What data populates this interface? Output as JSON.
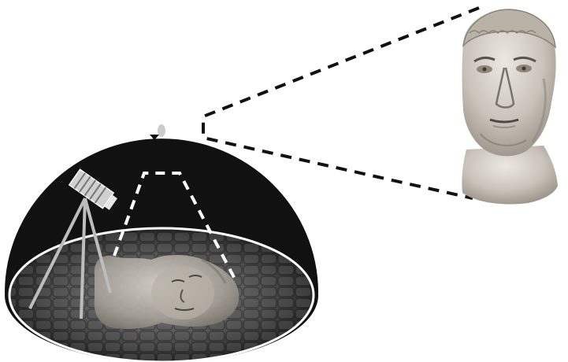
{
  "figure": {
    "components": [
      {
        "name": "hemispherical-dome",
        "role": "dark dome enclosure"
      },
      {
        "name": "camera-tripod",
        "role": "camera on tripod inside dome"
      },
      {
        "name": "light-source",
        "role": "small light at top of dome"
      },
      {
        "name": "cobblestone-floor",
        "role": "textured floor inside dome"
      },
      {
        "name": "statue-head-in-dome",
        "role": "object lying on floor, captured"
      },
      {
        "name": "statue-head-zoomed",
        "role": "magnified view of the object"
      },
      {
        "name": "zoom-callout",
        "role": "dashed lines linking dome view to zoomed head"
      }
    ],
    "colors": {
      "dome": "#111111",
      "floor_rim": "#ffffff",
      "dashes_dark": "#111111",
      "dashes_light": "#ffffff",
      "stone": "#cfcac2"
    }
  }
}
